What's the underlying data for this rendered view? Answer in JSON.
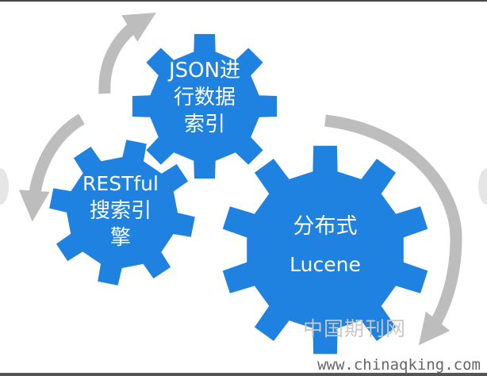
{
  "gears": {
    "json": {
      "lines": [
        "JSON进",
        "行数据",
        "索引"
      ]
    },
    "restful": {
      "lines": [
        "RESTful",
        "搜索引",
        "擎"
      ]
    },
    "lucene": {
      "line1": "分布式",
      "line2": "Lucene"
    }
  },
  "watermark": {
    "cn": "中国期刊网",
    "url": "www.chinaqking.com"
  },
  "colors": {
    "gear": "#1f82e0",
    "arrow": "#bdbdbd",
    "text": "#ffffff",
    "watermark_cn": "#c8c8c8",
    "watermark_url": "#666666"
  }
}
